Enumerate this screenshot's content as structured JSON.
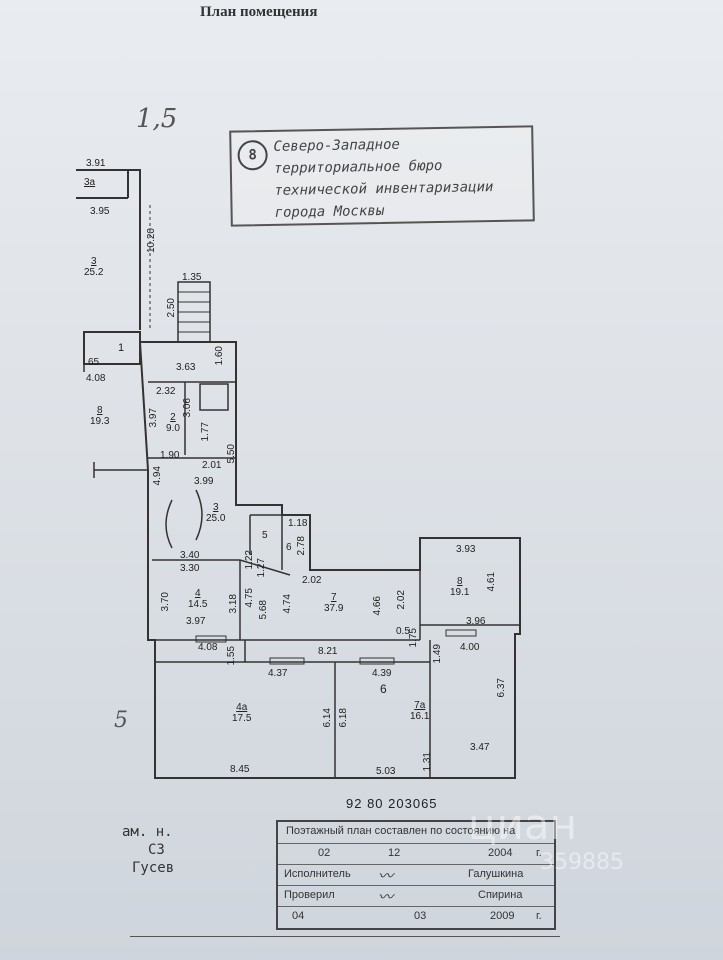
{
  "document": {
    "title": "План помещения",
    "handwritten_top": "1,5",
    "handwritten_mid": "5",
    "stamp": {
      "number": "8",
      "lines": [
        "Северо-Западное",
        "территориальное бюро",
        "технической инвентаризации",
        "города Москвы"
      ]
    },
    "inventory_number": "92 80 203065",
    "left_notes": [
      "ам. н.",
      "СЗ",
      "Гусев"
    ],
    "watermark": {
      "brand": "циан",
      "id": "359885"
    },
    "info_box": {
      "header": "Поэтажный план составлен по состоянию на",
      "date_day": "02",
      "date_month": "12",
      "date_year": "2004",
      "date_suffix": "г.",
      "executor_label": "Исполнитель",
      "executor_name": "Галушкина",
      "checker_label": "Проверил",
      "checker_name": "Спирина",
      "check_day": "04",
      "check_month": "03",
      "check_year": "2009",
      "check_suffix": "г."
    }
  },
  "plan": {
    "rooms": [
      {
        "id": "room-3a",
        "number": "3а",
        "area": ""
      },
      {
        "id": "room-3-upper",
        "number": "3",
        "area": "25.2"
      },
      {
        "id": "room-1",
        "number": "1",
        "area": ""
      },
      {
        "id": "room-8-left",
        "number": "8",
        "area": "19.3"
      },
      {
        "id": "room-2",
        "number": "2",
        "area": "9.0"
      },
      {
        "id": "room-3",
        "number": "3",
        "area": "25.0"
      },
      {
        "id": "room-5",
        "number": "5",
        "area": ""
      },
      {
        "id": "room-6",
        "number": "6",
        "area": ""
      },
      {
        "id": "room-4",
        "number": "4",
        "area": "14.5"
      },
      {
        "id": "room-7",
        "number": "7",
        "area": "37.9"
      },
      {
        "id": "room-8",
        "number": "8",
        "area": "19.1"
      },
      {
        "id": "room-4a",
        "number": "4а",
        "area": "17.5"
      },
      {
        "id": "room-7a",
        "number": "7а",
        "area": "16.1"
      }
    ],
    "dims": {
      "d391": "3.91",
      "d395": "3.95",
      "d1020": "10.20",
      "d135": "1.35",
      "d250": "2.50",
      "d65": "65",
      "d408a": "4.08",
      "d363": "3.63",
      "d160": "1.60",
      "d232": "2.32",
      "d397a": "3.97",
      "d306": "3.06",
      "d177": "1.77",
      "d190": "1.90",
      "d201": "2.01",
      "d550": "5.50",
      "d399": "3.99",
      "d494": "4.94",
      "d118": "1.18",
      "d278": "2.78",
      "d340": "3.40",
      "d330": "3.30",
      "d122": "1.22",
      "d127": "1.27",
      "d202a": "2.02",
      "d393": "3.93",
      "d461": "4.61",
      "d370": "3.70",
      "d318": "3.18",
      "d475": "4.75",
      "d568": "5.68",
      "d474": "4.74",
      "d466": "4.66",
      "d202b": "2.02",
      "d396": "3.96",
      "d397b": "3.97",
      "d05": "0.5",
      "d175": "1.75",
      "d408b": "4.08",
      "d821": "8.21",
      "d149": "1.49",
      "d400": "4.00",
      "d155": "1.55",
      "d437": "4.37",
      "d439": "4.39",
      "d637": "6.37",
      "d614": "6.14",
      "d618": "6.18",
      "d347": "3.47",
      "d845": "8.45",
      "d503": "5.03",
      "d131": "1.31",
      "d6": "6"
    }
  }
}
